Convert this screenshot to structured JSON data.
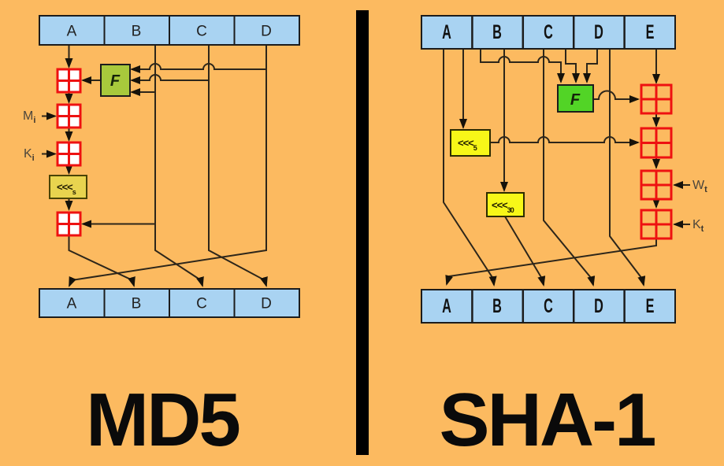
{
  "figure": {
    "left_title": "MD5",
    "right_title": "SHA-1"
  },
  "md5": {
    "registers_in": [
      "A",
      "B",
      "C",
      "D"
    ],
    "registers_out": [
      "A",
      "B",
      "C",
      "D"
    ],
    "f_box": "F",
    "rotate": {
      "text": "<<<",
      "sub": "s"
    },
    "message_input": {
      "text": "M",
      "sub": "i"
    },
    "constant_input": {
      "text": "K",
      "sub": "i"
    }
  },
  "sha1": {
    "registers_in": [
      "A",
      "B",
      "C",
      "D",
      "E"
    ],
    "registers_out": [
      "A",
      "B",
      "C",
      "D",
      "E"
    ],
    "f_box": "F",
    "rotate5": {
      "text": "<<<",
      "sub": "5"
    },
    "rotate30": {
      "text": "<<<",
      "sub": "30"
    },
    "schedule_input": {
      "text": "W",
      "sub": "t"
    },
    "constant_input": {
      "text": "K",
      "sub": "t"
    }
  },
  "colors": {
    "background": "#fcba60",
    "register_fill": "#a9d3f2",
    "md5_f_fill": "#a8c93c",
    "sha1_f_fill": "#52d426",
    "md5_rotate_fill": "#e8d44f",
    "sha1_rotate_fill": "#f7f718",
    "adder_stroke": "#ee1111",
    "wire": "#2d261a",
    "divider": "#000000",
    "title": "#0a0a0a"
  }
}
